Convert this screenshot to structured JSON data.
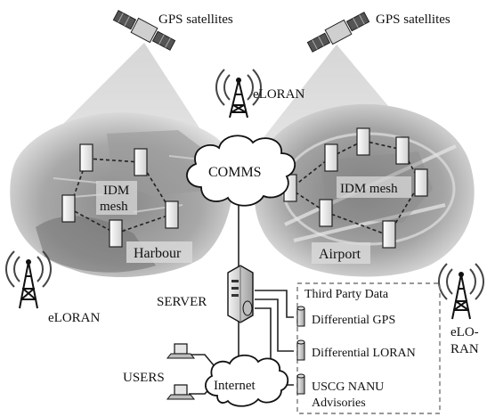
{
  "satellites": {
    "left_label": "GPS satellites",
    "right_label": "GPS satellites"
  },
  "towers": {
    "top_label": "eLORAN",
    "left_label": "eLORAN",
    "right_label_line1": "eLO-",
    "right_label_line2": "RAN"
  },
  "regions": {
    "left": {
      "mesh_line1": "IDM",
      "mesh_line2": "mesh",
      "place": "Harbour"
    },
    "right": {
      "mesh": "IDM mesh",
      "place": "Airport"
    }
  },
  "network": {
    "comms": "COMMS",
    "server": "SERVER",
    "internet": "Internet",
    "users": "USERS"
  },
  "third_party": {
    "title": "Third Party Data",
    "items": [
      {
        "line1": "Differential GPS",
        "line2": ""
      },
      {
        "line1": "Differential LORAN",
        "line2": ""
      },
      {
        "line1": "USCG NANU",
        "line2": "Advisories"
      }
    ]
  }
}
